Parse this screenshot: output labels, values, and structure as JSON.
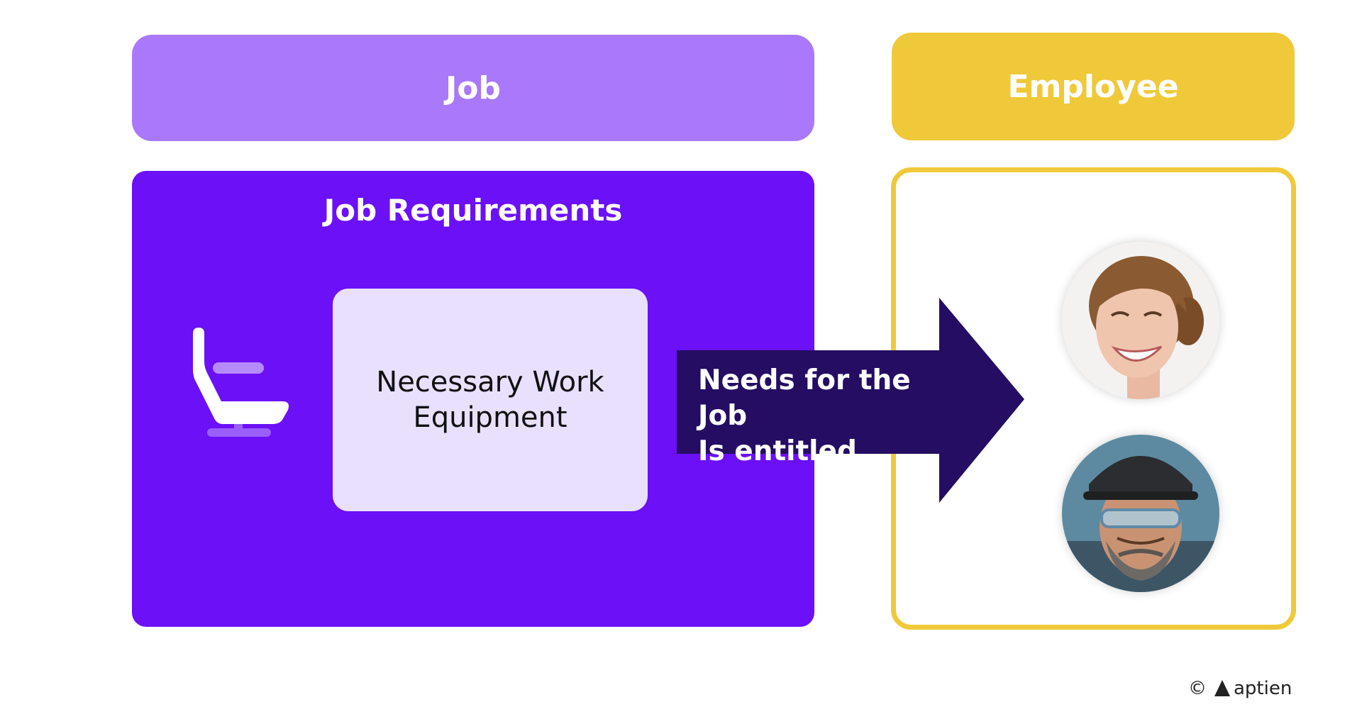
{
  "job": {
    "title": "Job"
  },
  "employee": {
    "title": "Employee"
  },
  "requirements": {
    "title": "Job Requirements",
    "equipment_label_line1": "Necessary Work",
    "equipment_label_line2": "Equipment",
    "icon": "chair-icon"
  },
  "arrow": {
    "line1": "Needs for the Job",
    "line2": "Is entitled"
  },
  "employees": [
    {
      "icon": "smiling-woman-avatar"
    },
    {
      "icon": "worker-with-hard-hat-avatar"
    }
  ],
  "footer": {
    "copyright_symbol": "©",
    "brand": "aptien"
  },
  "colors": {
    "job_header": "#aa78fa",
    "job_panel": "#6b10f7",
    "equipment_card": "#e9e0fd",
    "employee_yellow": "#f0c93a",
    "arrow": "#240d63"
  }
}
